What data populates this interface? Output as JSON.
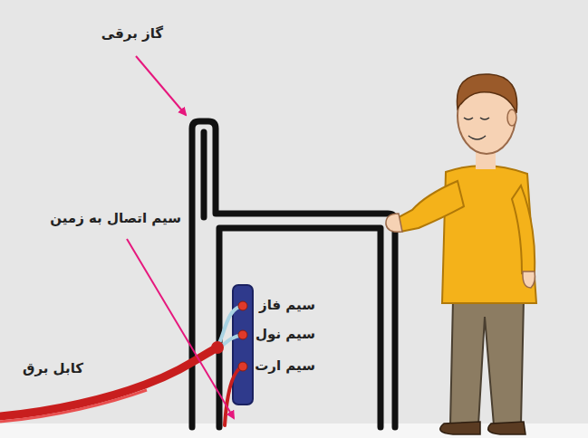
{
  "diagram": {
    "labels": [
      "گاز برقی",
      "سیم اتصال به زمین",
      "سیم فاز",
      "سیم نول",
      "سیم ارت",
      "کابل برق"
    ]
  }
}
